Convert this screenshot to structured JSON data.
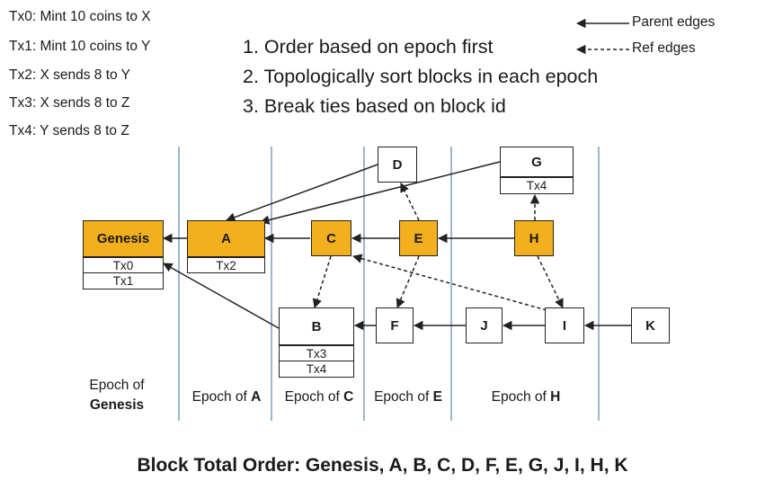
{
  "transactions": [
    "Tx0: Mint 10 coins to X",
    "Tx1: Mint 10 coins to Y",
    "Tx2: X sends 8 to Y",
    "Tx3: X sends 8 to Z",
    "Tx4: Y sends 8 to Z"
  ],
  "rules": [
    "1. Order based on epoch first",
    "2. Topologically sort blocks in each epoch",
    "3. Break ties based on block id"
  ],
  "legend": {
    "parent": "Parent edges",
    "ref": "Ref edges"
  },
  "blocks": {
    "genesis": {
      "label": "Genesis",
      "txs": [
        "Tx0",
        "Tx1"
      ]
    },
    "a": {
      "label": "A",
      "txs": [
        "Tx2"
      ]
    },
    "b": {
      "label": "B",
      "txs": [
        "Tx3",
        "Tx4"
      ]
    },
    "c": {
      "label": "C"
    },
    "d": {
      "label": "D"
    },
    "e": {
      "label": "E"
    },
    "f": {
      "label": "F"
    },
    "g": {
      "label": "G",
      "txs": [
        "Tx4"
      ]
    },
    "h": {
      "label": "H"
    },
    "i": {
      "label": "I"
    },
    "j": {
      "label": "J"
    },
    "k": {
      "label": "K"
    }
  },
  "epochs": {
    "genesis": {
      "prefix": "Epoch of",
      "name": "Genesis"
    },
    "a": {
      "prefix": "Epoch of ",
      "name": "A"
    },
    "c": {
      "prefix": "Epoch of ",
      "name": "C"
    },
    "e": {
      "prefix": "Epoch of ",
      "name": "E"
    },
    "h": {
      "prefix": "Epoch of ",
      "name": "H"
    }
  },
  "bottom_title": "Block Total Order: Genesis, A, B, C, D, F, E, G, J, I, H, K",
  "colors": {
    "gold": "#f2b01e",
    "epoch_line": "#9fb4cf",
    "edge": "#222222"
  }
}
